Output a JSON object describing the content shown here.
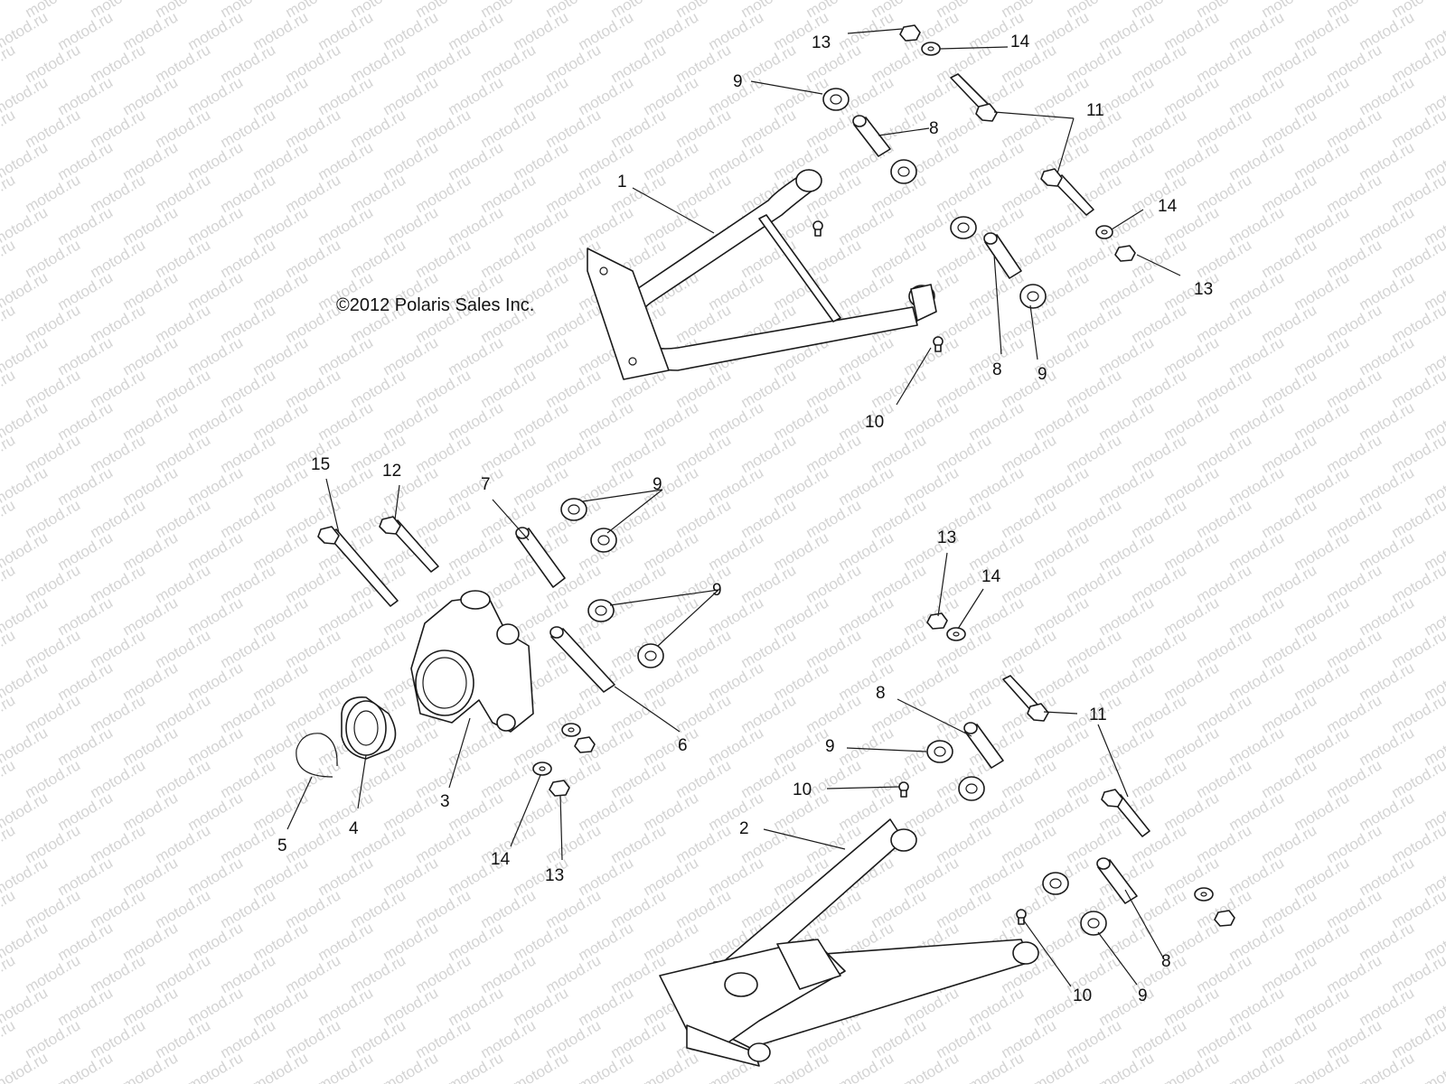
{
  "copyright": "©2012 Polaris Sales Inc.",
  "watermark_text": "motod.ru",
  "callouts": {
    "c1": "1",
    "c2": "2",
    "c3": "3",
    "c4": "4",
    "c5": "5",
    "c6": "6",
    "c7": "7",
    "c8_top1": "8",
    "c8_top2": "8",
    "c8_mid": "8",
    "c8_bot": "8",
    "c9_top1": "9",
    "c9_top2": "9",
    "c9_mid1": "9",
    "c9_mid2": "9",
    "c9_bot1": "9",
    "c9_bot2": "9",
    "c10_top": "10",
    "c10_mid": "10",
    "c10_bot": "10",
    "c11_top": "11",
    "c11_mid": "11",
    "c12": "12",
    "c13_top1": "13",
    "c13_top2": "13",
    "c13_mid": "13",
    "c13_bot": "13",
    "c14_top1": "14",
    "c14_top2": "14",
    "c14_mid": "14",
    "c14_bot": "14",
    "c15": "15"
  }
}
